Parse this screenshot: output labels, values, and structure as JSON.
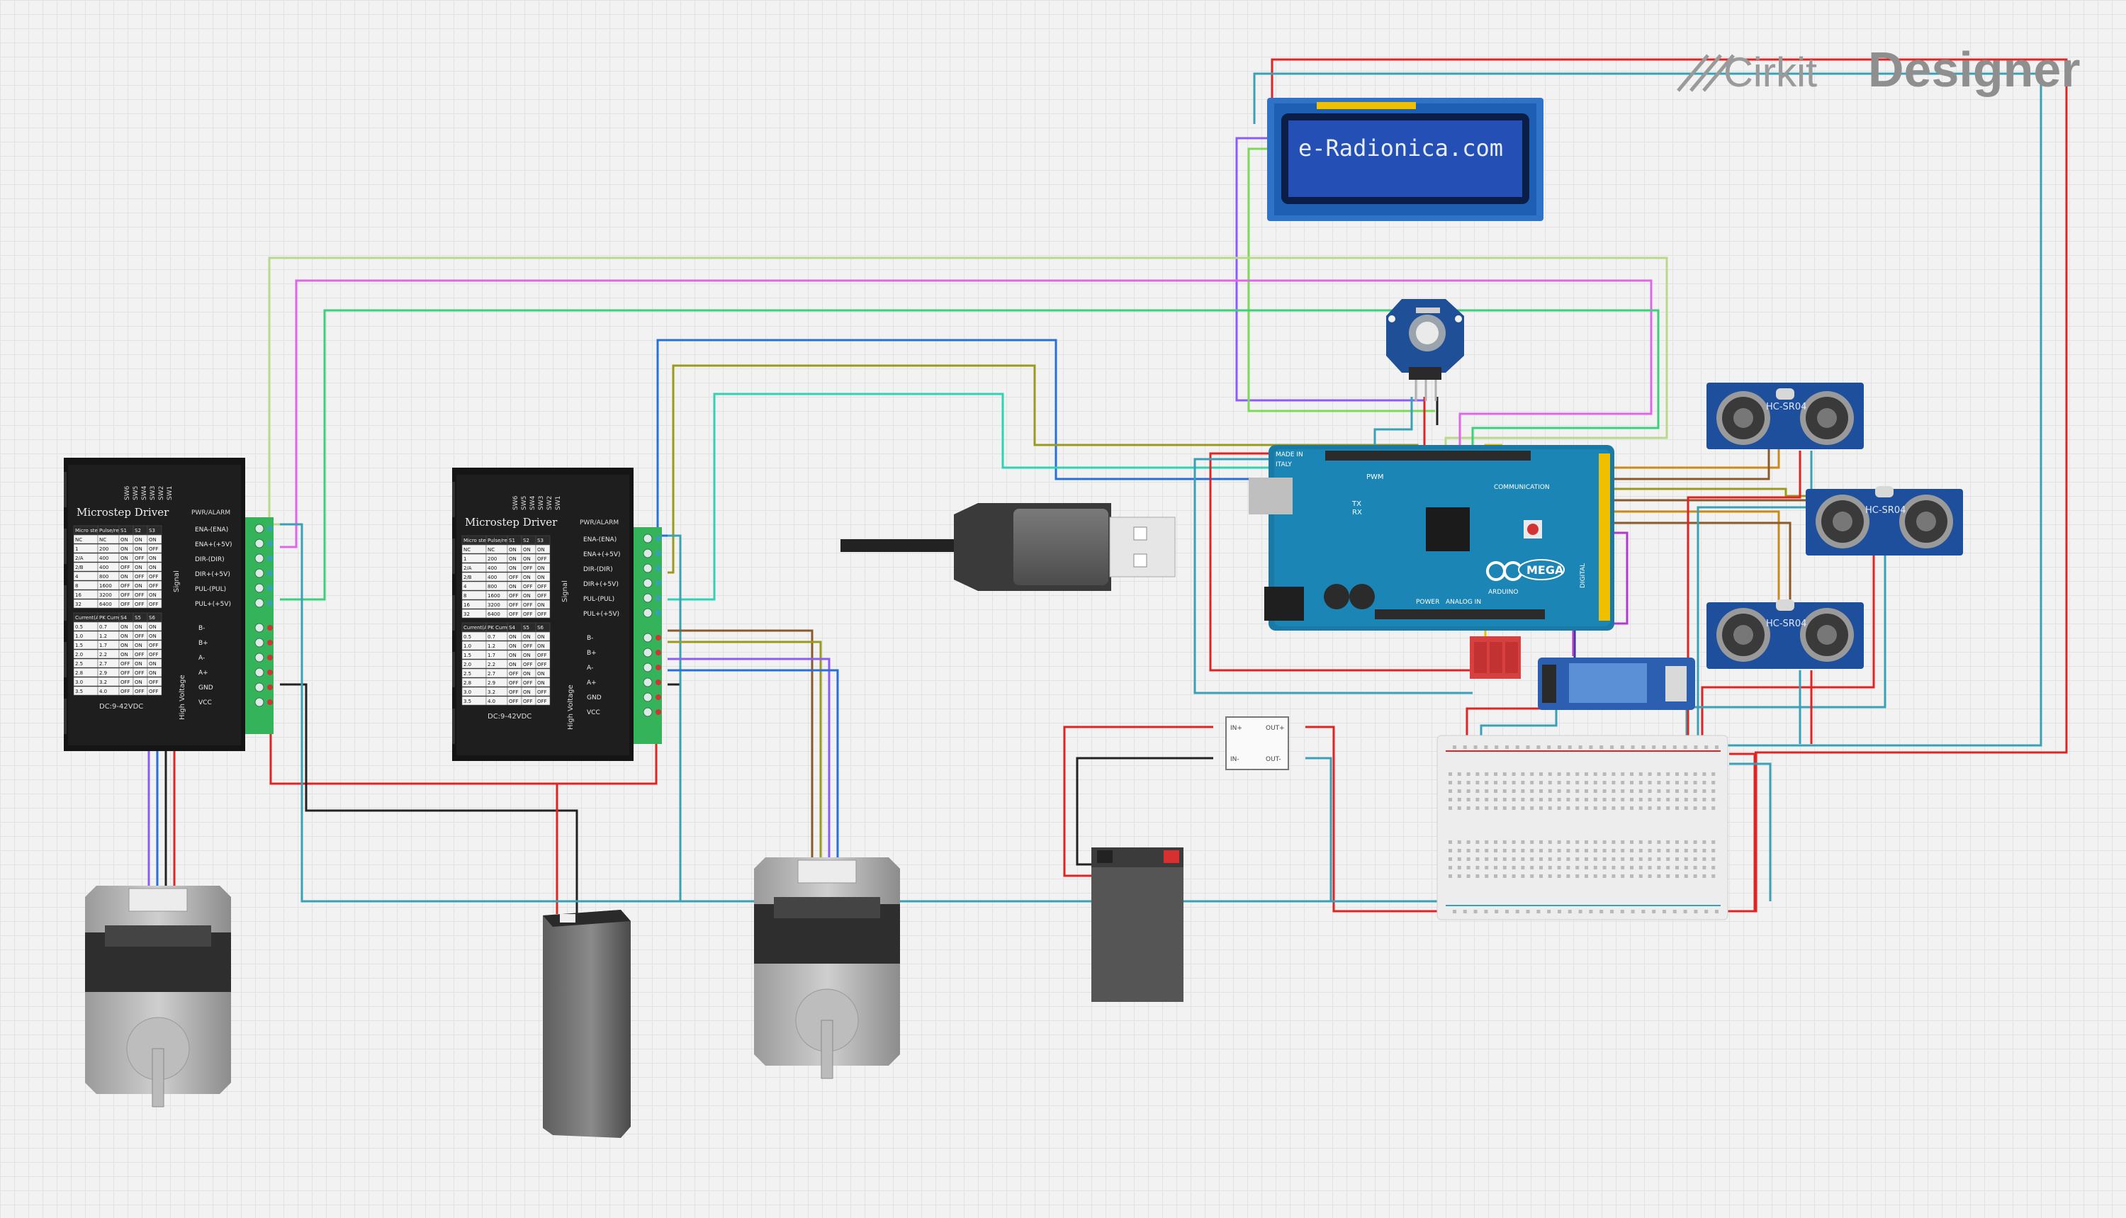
{
  "brand": {
    "name_light": "Cirkit",
    "name_bold": "Designer"
  },
  "lcd": {
    "text": "e-Radionica.com"
  },
  "driver": {
    "title": "Microstep Driver",
    "alarm": "PWR/ALARM",
    "sw_labels": [
      "SW6",
      "SW5",
      "SW4",
      "SW3",
      "SW2",
      "SW1"
    ],
    "pulse_table_header": [
      "Micro step",
      "Pulse/rev",
      "S1",
      "S2",
      "S3"
    ],
    "pulse_table": [
      [
        "NC",
        "NC",
        "ON",
        "ON",
        "ON"
      ],
      [
        "1",
        "200",
        "ON",
        "ON",
        "OFF"
      ],
      [
        "2/A",
        "400",
        "ON",
        "OFF",
        "ON"
      ],
      [
        "2/B",
        "400",
        "OFF",
        "ON",
        "ON"
      ],
      [
        "4",
        "800",
        "ON",
        "OFF",
        "OFF"
      ],
      [
        "8",
        "1600",
        "OFF",
        "ON",
        "OFF"
      ],
      [
        "16",
        "3200",
        "OFF",
        "OFF",
        "ON"
      ],
      [
        "32",
        "6400",
        "OFF",
        "OFF",
        "OFF"
      ]
    ],
    "current_table_header": [
      "Current(A)",
      "PK Current",
      "S4",
      "S5",
      "S6"
    ],
    "current_table": [
      [
        "0.5",
        "0.7",
        "ON",
        "ON",
        "ON"
      ],
      [
        "1.0",
        "1.2",
        "ON",
        "OFF",
        "ON"
      ],
      [
        "1.5",
        "1.7",
        "ON",
        "ON",
        "OFF"
      ],
      [
        "2.0",
        "2.2",
        "ON",
        "OFF",
        "OFF"
      ],
      [
        "2.5",
        "2.7",
        "OFF",
        "ON",
        "ON"
      ],
      [
        "2.8",
        "2.9",
        "OFF",
        "OFF",
        "ON"
      ],
      [
        "3.0",
        "3.2",
        "OFF",
        "ON",
        "OFF"
      ],
      [
        "3.5",
        "4.0",
        "OFF",
        "OFF",
        "OFF"
      ]
    ],
    "signal_pins": [
      "ENA-(ENA)",
      "ENA+(+5V)",
      "DIR-(DIR)",
      "DIR+(+5V)",
      "PUL-(PUL)",
      "PUL+(+5V)"
    ],
    "signal_label": "Signal",
    "hv_pins": [
      "B-",
      "B+",
      "A-",
      "A+",
      "GND",
      "VCC"
    ],
    "hv_label": "High Voltage",
    "voltage": "DC:9-42VDC"
  },
  "arduino": {
    "made_in": "MADE IN",
    "italy": "ITALY",
    "pwm": "PWM",
    "comm": "COMMUNICATION",
    "mega": "MEGA",
    "power": "POWER",
    "analog": "ANALOG IN",
    "digital": "DIGITAL",
    "tx": "TX",
    "rx": "RX",
    "brand": "ARDUINO"
  },
  "ultrasonic": {
    "label": "HC-SR04"
  },
  "regulator": {
    "pins_left": [
      "IN+",
      "IN-"
    ],
    "pins_right": [
      "OUT+",
      "OUT-"
    ]
  }
}
